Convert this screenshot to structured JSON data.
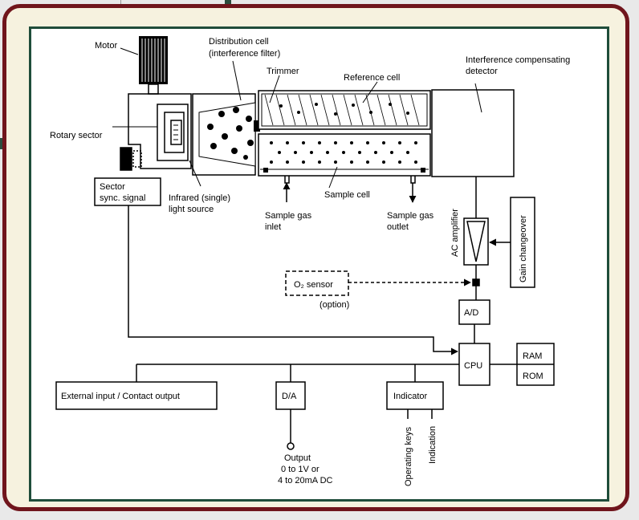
{
  "labels": {
    "motor": "Motor",
    "distribution_cell_1": "Distribution cell",
    "distribution_cell_2": "(interference filter)",
    "trimmer": "Trimmer",
    "reference_cell": "Reference cell",
    "interference_detector_1": "Interference compensating",
    "interference_detector_2": "detector",
    "rotary_sector": "Rotary sector",
    "sector_sync_1": "Sector",
    "sector_sync_2": "sync. signal",
    "infrared_1": "Infrared (single)",
    "infrared_2": "light source",
    "sample_cell": "Sample cell",
    "sample_gas_inlet_1": "Sample gas",
    "sample_gas_inlet_2": "inlet",
    "sample_gas_outlet_1": "Sample gas",
    "sample_gas_outlet_2": "outlet",
    "ac_amplifier": "AC amplifier",
    "gain_changeover": "Gain changeover",
    "o2_sensor": "O₂ sensor",
    "option": "(option)",
    "ad": "A/D",
    "cpu": "CPU",
    "ram": "RAM",
    "rom": "ROM",
    "external_io": "External input / Contact output",
    "da": "D/A",
    "indicator": "Indicator",
    "output_1": "Output",
    "output_2": "0 to 1V or",
    "output_3": "4 to 20mA DC",
    "operating_keys": "Operating keys",
    "indication": "Indication"
  },
  "colors": {
    "frame": "#70151c",
    "frame_bg": "#f6f2df",
    "panel_border": "#1f4d3a"
  }
}
